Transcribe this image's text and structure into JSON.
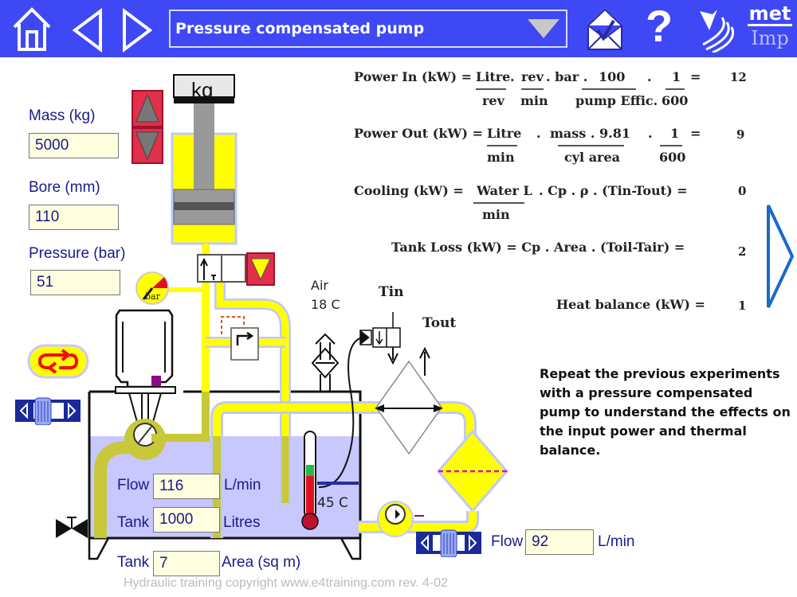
{
  "header": {
    "title": "Pressure compensated pump",
    "icons": [
      "home-icon",
      "back-arrow-icon",
      "forward-arrow-icon",
      "dropdown-arrow-icon",
      "mail-icon",
      "help-icon",
      "sound-icon",
      "units-toggle-icon"
    ],
    "units_top": "met",
    "units_bottom": "Imp"
  },
  "inputs": {
    "mass_label": "Mass (kg)",
    "mass_value": "5000",
    "bore_label": "Bore (mm)",
    "bore_value": "110",
    "pressure_label": "Pressure (bar)",
    "pressure_value": "51"
  },
  "cylinder": {
    "weight_label": "kg"
  },
  "gauge": {
    "label": "bar"
  },
  "air": {
    "label": "Air",
    "temp": "18 C"
  },
  "cooler": {
    "tin": "Tin",
    "tout": "Tout"
  },
  "tank": {
    "flow_label": "Flow",
    "flow_value": "116",
    "flow_unit": "L/min",
    "tank_label": "Tank",
    "tank_value": "1000",
    "tank_unit": "Litres",
    "area_label": "Tank",
    "area_value": "7",
    "area_unit": "Area (sq m)",
    "temp": "45 C"
  },
  "cooling_flow": {
    "label": "Flow",
    "value": "92",
    "unit": "L/min"
  },
  "equations": {
    "power_in": {
      "lhs": "Power In (kW) =",
      "t1": "Litre",
      "b1": "rev",
      "t2": "rev",
      "b2": "min",
      "t3": ". bar .",
      "t4": "100",
      "b4": "pump Effic.",
      "t5": "1",
      "b5": "600",
      "eq": "=",
      "value": "12"
    },
    "power_out": {
      "lhs": "Power Out (kW) =",
      "t1": "Litre",
      "b1": "min",
      "t2": "mass . 9.81",
      "b2": "cyl area",
      "t3": "1",
      "b3": "600",
      "eq": "=",
      "value": "9"
    },
    "cooling": {
      "lhs": "Cooling  (kW) =",
      "t1": "Water L",
      "b1": "min",
      "rest": ". Cp . ρ . (Tin-Tout) =",
      "value": "0"
    },
    "tank_loss": {
      "lhs": "Tank Loss (kW) =  Cp . Area . (Toil-Tair) =",
      "value": "2"
    },
    "heat_balance": {
      "lhs": "Heat balance (kW) =",
      "value": "1"
    }
  },
  "note": "Repeat the previous experiments with a pressure compensated pump to understand the effects on the input power and thermal balance.",
  "footer": "Hydraulic training copyright www.e4training.com rev. 4-02",
  "colors": {
    "header_bg": "#3f48f5",
    "oil": "#ffff00",
    "tank_fluid": "#c8c8ff",
    "button_red": "#e0304a"
  }
}
